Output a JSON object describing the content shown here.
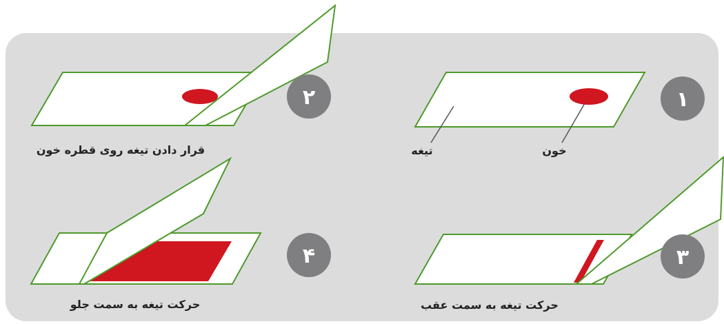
{
  "colors": {
    "panel": "#dcdcdd",
    "slide_border": "#4e9a2a",
    "blood": "#d0161f",
    "badge": "#7f7f81",
    "slide_fill": "#ffffff"
  },
  "steps": [
    {
      "number": "۱",
      "caption": "",
      "labels": {
        "blade": "تیغه",
        "blood": "خون"
      }
    },
    {
      "number": "۲",
      "caption": "قرار دادن تیغه روی قطره خون"
    },
    {
      "number": "۳",
      "caption": "حرکت تیغه به سمت عقب"
    },
    {
      "number": "۴",
      "caption": "حرکت تیغه به سمت جلو"
    }
  ]
}
